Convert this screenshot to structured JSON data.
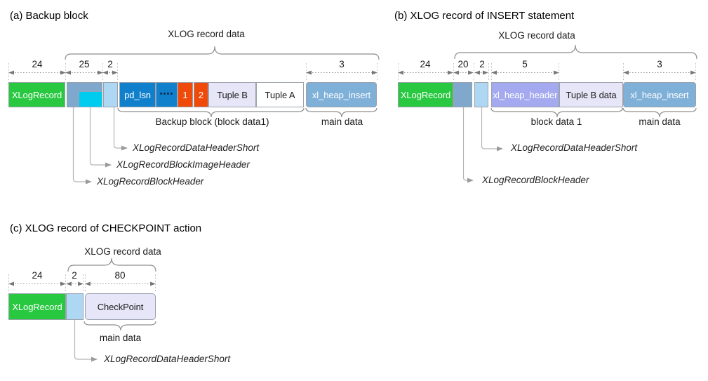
{
  "colors": {
    "green": "#28c840",
    "steel_blue": "#7fa8cc",
    "cyan": "#00ccf0",
    "light_blue": "#aed7f3",
    "dark_blue": "#1180cc",
    "orange": "#f04a0a",
    "periwinkle": "#a5aaf0",
    "lavender": "#e6e6f8",
    "insert_blue": "#7fb0d8"
  },
  "diagram_a": {
    "title": "(a) Backup block",
    "brace_label": "XLOG record data",
    "dims": {
      "d24": "24",
      "d25": "25",
      "d2": "2",
      "d3": "3"
    },
    "boxes": {
      "xlogrecord": "XLogRecord",
      "pd_lsn": "pd_lsn",
      "dots": "••••",
      "n1": "1",
      "n2": "2",
      "tuple_b": "Tuple B",
      "tuple_a": "Tuple A",
      "xl_heap_insert": "xl_heap_insert"
    },
    "backup_block_label": "Backup block (block data1)",
    "main_data_label": "main data",
    "ann_short": "XLogRecordDataHeaderShort",
    "ann_image": "XLogRecordBlockImageHeader",
    "ann_block": "XLogRecordBlockHeader"
  },
  "diagram_b": {
    "title": "(b) XLOG record of INSERT statement",
    "brace_label": "XLOG record data",
    "dims": {
      "d24": "24",
      "d20": "20",
      "d2": "2",
      "d5": "5",
      "d3": "3"
    },
    "boxes": {
      "xlogrecord": "XLogRecord",
      "xl_heap_header": "xl_heap_header",
      "tuple_b_data": "Tuple B data",
      "xl_heap_insert": "xl_heap_insert"
    },
    "block_data_label": "block data 1",
    "main_data_label": "main data",
    "ann_short": "XLogRecordDataHeaderShort",
    "ann_block": "XLogRecordBlockHeader"
  },
  "diagram_c": {
    "title": "(c) XLOG record of CHECKPOINT action",
    "brace_label": "XLOG record data",
    "dims": {
      "d24": "24",
      "d2": "2",
      "d80": "80"
    },
    "boxes": {
      "xlogrecord": "XLogRecord",
      "checkpoint": "CheckPoint"
    },
    "main_data_label": "main data",
    "ann_short": "XLogRecordDataHeaderShort"
  }
}
